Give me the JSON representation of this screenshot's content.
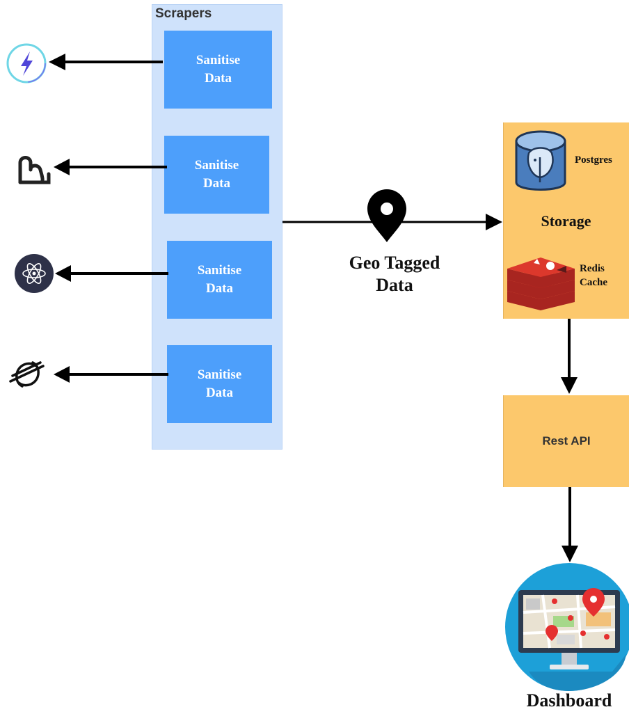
{
  "scrapers": {
    "title": "Scrapers",
    "boxes": [
      {
        "label": "Sanitise\nData",
        "source_icon": "lightning-bolt-icon"
      },
      {
        "label": "Sanitise\nData",
        "source_icon": "stylized-b-icon"
      },
      {
        "label": "Sanitise\nData",
        "source_icon": "atom-icon"
      },
      {
        "label": "Sanitise\nData",
        "source_icon": "stellar-icon"
      }
    ]
  },
  "geo": {
    "label": "Geo Tagged\nData",
    "icon": "map-pin-icon"
  },
  "storage": {
    "title": "Storage",
    "postgres_label": "Postgres",
    "redis_label": "Redis\nCache"
  },
  "rest_api": {
    "label": "Rest API"
  },
  "dashboard": {
    "label": "Dashboard",
    "icon": "monitor-map-icon"
  },
  "colors": {
    "scraper_panel": "#cfe2fb",
    "sanitise_box": "#4d9ffb",
    "storage_box": "#fcc86c",
    "arrow": "#000000"
  }
}
